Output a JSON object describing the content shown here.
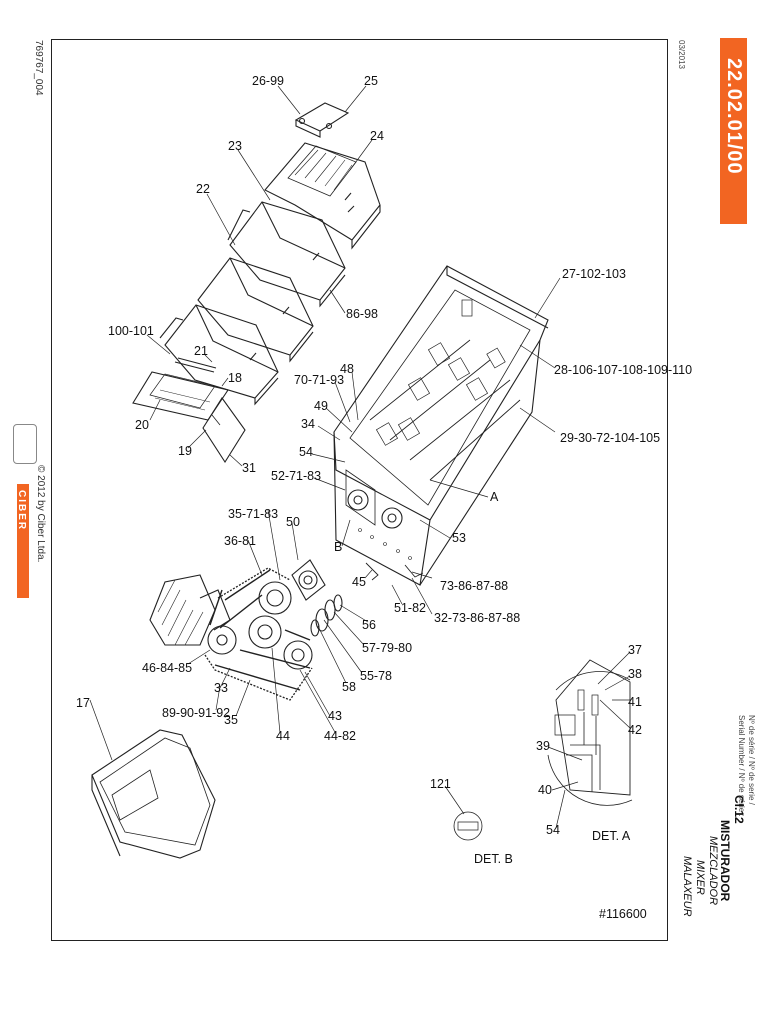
{
  "header": {
    "drawing_code": "22.02.01/00",
    "date": "03/2013",
    "doc_ref": "769767_004"
  },
  "footer": {
    "copyright": "© 2012 by Ciber Ltda.",
    "logo_text": "CIBER",
    "drawing_id": "#116600"
  },
  "title_block": {
    "class": "Cl.12",
    "title_pt": "MISTURADOR",
    "title_es": "MEZCLADOR",
    "title_en": "MIXER",
    "title_fr": "MALAXEUR",
    "serial_line1": "Nº de série / Nº de serie /",
    "serial_line2": "Serial Number / Nº de série :"
  },
  "details": {
    "det_a": "DET. A",
    "det_b": "DET. B"
  },
  "callouts": {
    "c26_99": "26-99",
    "c25": "25",
    "c23": "23",
    "c24": "24",
    "c22": "22",
    "c27_102_103": "27-102-103",
    "c86_98": "86-98",
    "c100_101": "100-101",
    "c21": "21",
    "c18": "18",
    "c28_106": "28-106-107-108-109-110",
    "c70_71_93": "70-71-93",
    "c48": "48",
    "c20": "20",
    "c49": "49",
    "c34": "34",
    "c29_30": "29-30-72-104-105",
    "c19": "19",
    "c54a": "54",
    "c31": "31",
    "c52_71_83": "52-71-83",
    "cA": "A",
    "c35_71_83": "35-71-83",
    "c50": "50",
    "c36_81": "36-81",
    "cB": "B",
    "c53": "53",
    "c45": "45",
    "c73_86": "73-86-87-88",
    "c56": "56",
    "c51_82": "51-82",
    "c32_73": "32-73-86-87-88",
    "c57_79_80": "57-79-80",
    "c46_84_85": "46-84-85",
    "c55_78": "55-78",
    "c58": "58",
    "c33": "33",
    "c37": "37",
    "c38": "38",
    "c17": "17",
    "c89_92": "89-90-91-92",
    "c41": "41",
    "c35": "35",
    "c43": "43",
    "c42": "42",
    "c44": "44",
    "c44_82": "44-82",
    "c39": "39",
    "c121": "121",
    "c40": "40",
    "c54b": "54"
  }
}
